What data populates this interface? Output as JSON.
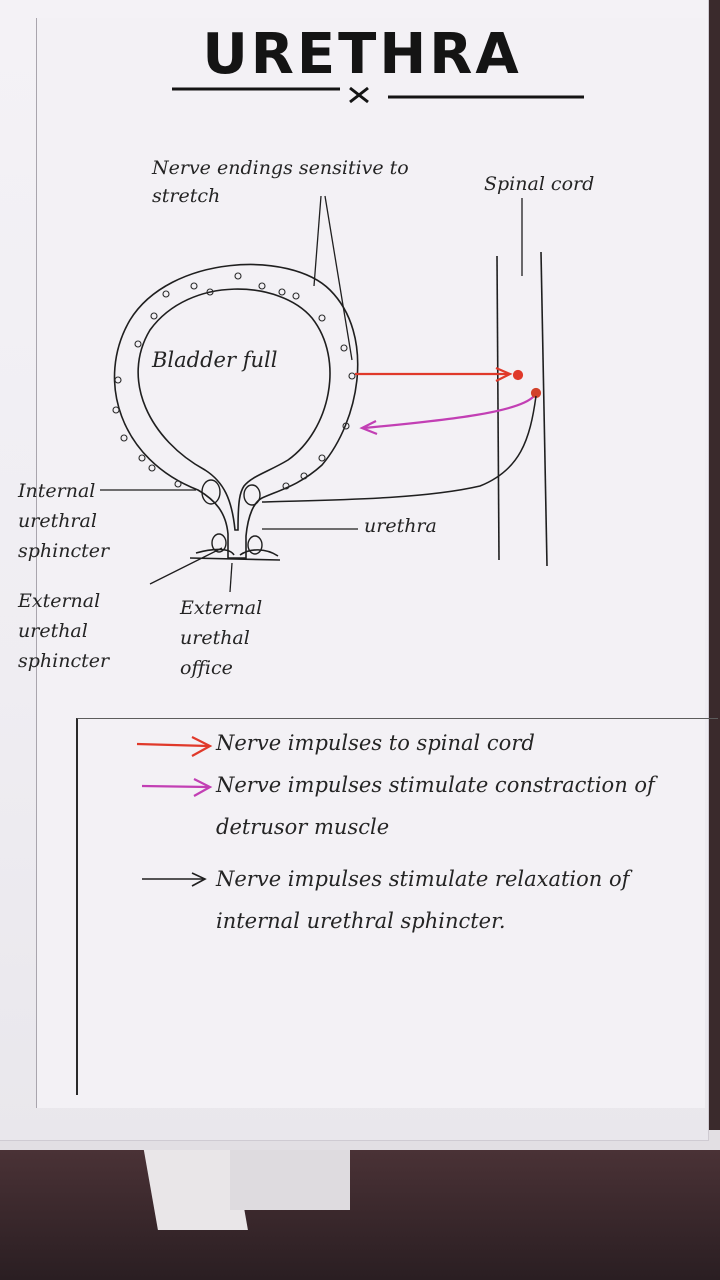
{
  "title": "URETHRA",
  "labels": {
    "nerve_endings": "Nerve endings sensitive to stretch",
    "spinal_cord": "Spinal cord",
    "bladder": "Bladder full",
    "internal_sphincter": "Internal urethral sphincter",
    "urethra": "urethra",
    "external_sphincter": "External urethal sphincter",
    "external_orifice": "External urethal office"
  },
  "legend": [
    {
      "color": "#e0392a",
      "text": "Nerve impulses to spinal cord"
    },
    {
      "color": "#c23fb4",
      "text": "Nerve impulses stimulate constraction of detrusor muscle"
    },
    {
      "color": "#1f1f1f",
      "text": "Nerve impulses stimulate relaxation of internal urethral sphincter."
    }
  ],
  "colors": {
    "red_arrow": "#e0392a",
    "purple_arrow": "#c23fb4",
    "ink": "#1f1f1f"
  }
}
